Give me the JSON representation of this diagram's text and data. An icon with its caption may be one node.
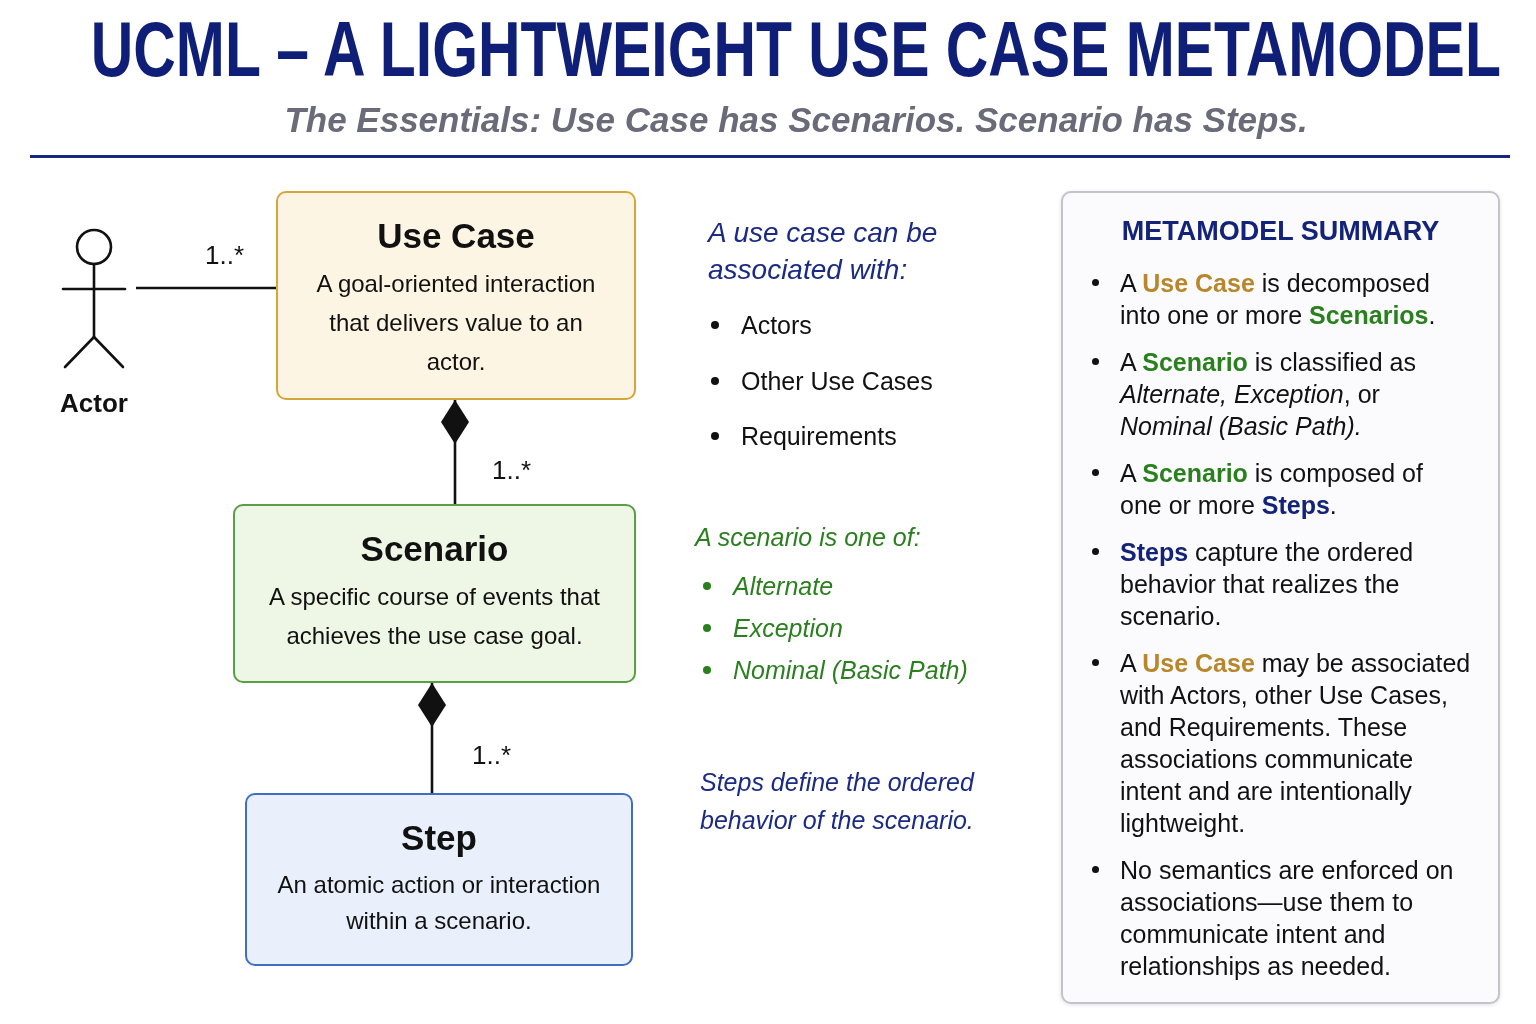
{
  "diagram": {
    "title": "UCML – A LIGHTWEIGHT USE CASE METAMODEL",
    "nodes": [
      {
        "text": [
          "Actor"
        ]
      },
      {
        "text": [
          "Use Case",
          "A goal-oriented interaction that delivers value to an actor."
        ]
      },
      {
        "text": [
          "Scenario",
          "A specific course of events that achieves the use case goal."
        ]
      },
      {
        "text": [
          "Step",
          "An atomic action or interaction within a scenario."
        ]
      },
      {
        "text": [
          "METAMODEL SUMMARY",
          "A **Use Case** is decomposed into one or more **Scenarios**.",
          "A **Scenario** is classified as *Alternate, Exception*, or *Nominal (Basic Path).*",
          "A **Scenario** is composed of one or more **Steps**.",
          "**Steps** capture the ordered behavior that realizes the scenario.",
          "A **Use Case** may be associated with Actors, other Use Cases, and Requirements. These associations communicate intent and are intentionally lightweight.",
          "No semantics are enforced on associations—use them to communicate intent and relationships as needed."
        ]
      }
    ],
    "edges": [
      {
        "from": 0,
        "to": 1,
        "arrow": "none",
        "label": "1..*"
      },
      {
        "from": 1,
        "to": 2,
        "arrow": "other",
        "label": "1..*"
      },
      {
        "from": 2,
        "to": 3,
        "arrow": "other",
        "label": "1..*"
      }
    ],
    "labels": [
      "The Essentials: Use Case has Scenarios. Scenario has Steps.",
      "A use case can be associated with:",
      "Actors",
      "Other Use Cases",
      "Requirements",
      "A scenario is one of:",
      "Alternate",
      "Exception",
      "Nominal (Basic Path)",
      "Steps define the ordered behavior of the scenario."
    ]
  }
}
